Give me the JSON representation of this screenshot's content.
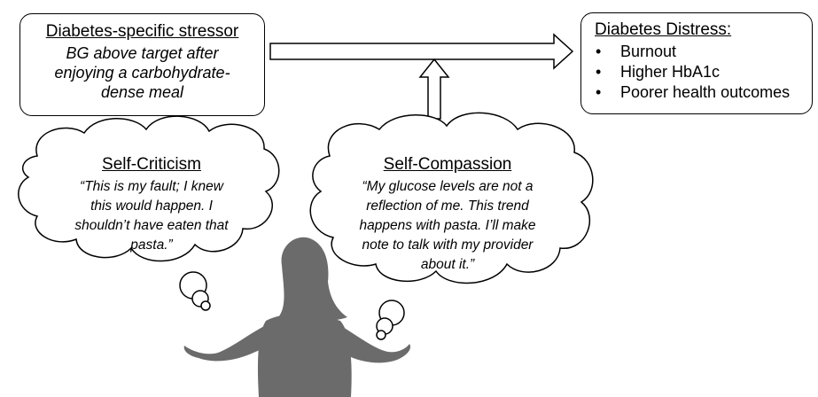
{
  "stressor": {
    "title": "Diabetes-specific stressor",
    "lines": [
      "BG above target after",
      "enjoying a carbohydrate-",
      "dense meal"
    ]
  },
  "distress": {
    "title": "Diabetes Distress:",
    "bullet_symbol": "•",
    "items": [
      "Burnout",
      "Higher HbA1c",
      "Poorer health outcomes"
    ]
  },
  "self_criticism": {
    "title": "Self-Criticism",
    "quote_lines": [
      "“This is my fault; I knew",
      "this would happen. I",
      "shouldn’t have eaten that",
      "pasta.”"
    ]
  },
  "self_compassion": {
    "title": "Self-Compassion",
    "quote_lines": [
      "“My glucose levels are not a",
      "reflection of me. This trend",
      "happens with pasta. I’ll make",
      "note to talk with my provider",
      "about it.”"
    ]
  },
  "colors": {
    "outline": "#000000",
    "arrow_fill": "#ffffff",
    "silhouette": "#6b6b6b"
  },
  "icons": {
    "person": "person-shrugging-silhouette-icon"
  }
}
